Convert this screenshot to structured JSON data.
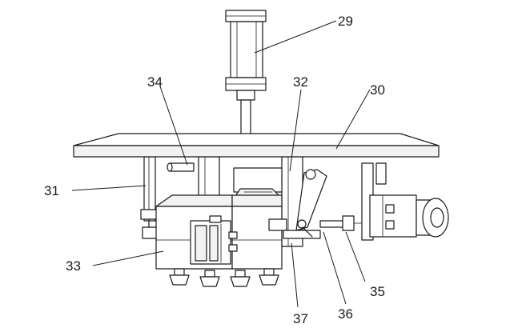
{
  "diagram": {
    "callouts": {
      "c29": "29",
      "c30": "30",
      "c31": "31",
      "c32": "32",
      "c33": "33",
      "c34": "34",
      "c35": "35",
      "c36": "36",
      "c37": "37"
    }
  }
}
